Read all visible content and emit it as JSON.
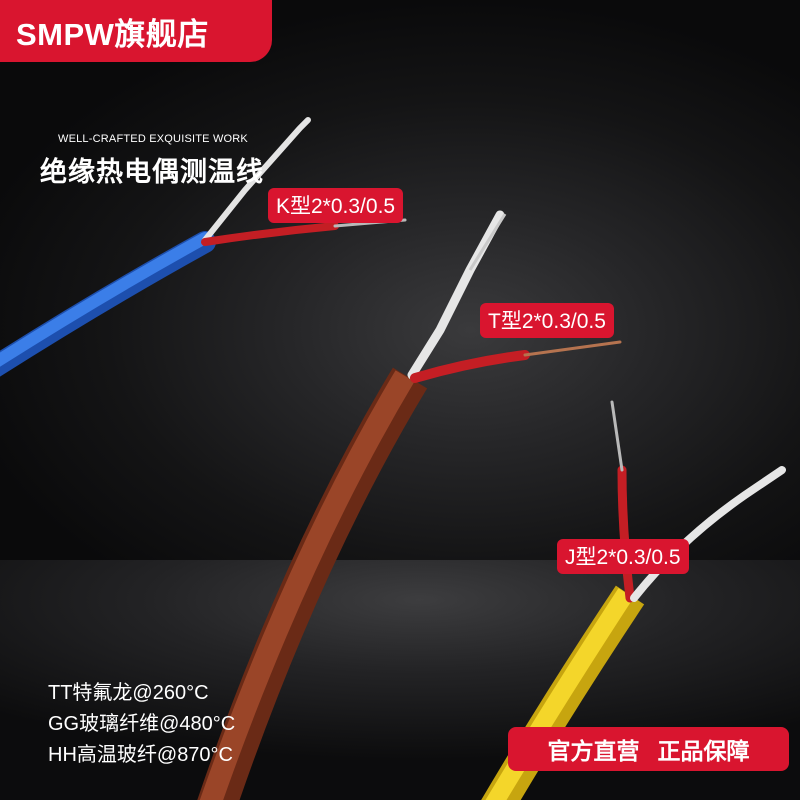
{
  "brand": {
    "title": "SMPW旗舰店"
  },
  "hero": {
    "tagline": "WELL-CRAFTED EXQUISITE WORK",
    "headline": "绝缘热电偶测温线"
  },
  "type_labels": {
    "k": "K型2*0.3/0.5",
    "t": "T型2*0.3/0.5",
    "j": "J型2*0.3/0.5"
  },
  "specs": [
    "TT特氟龙@260°C",
    "GG玻璃纤维@480°C",
    "HH高温玻纤@870°C"
  ],
  "badge": {
    "left": "官方直营",
    "right": "正品保障"
  },
  "colors": {
    "accent": "#d9152f",
    "blue_wire": "#2f6fd6",
    "brown_wire": "#8a3a22",
    "yellow_wire": "#f0cf1f",
    "red_core": "#c41e24",
    "white_core": "#e8e8e8"
  }
}
